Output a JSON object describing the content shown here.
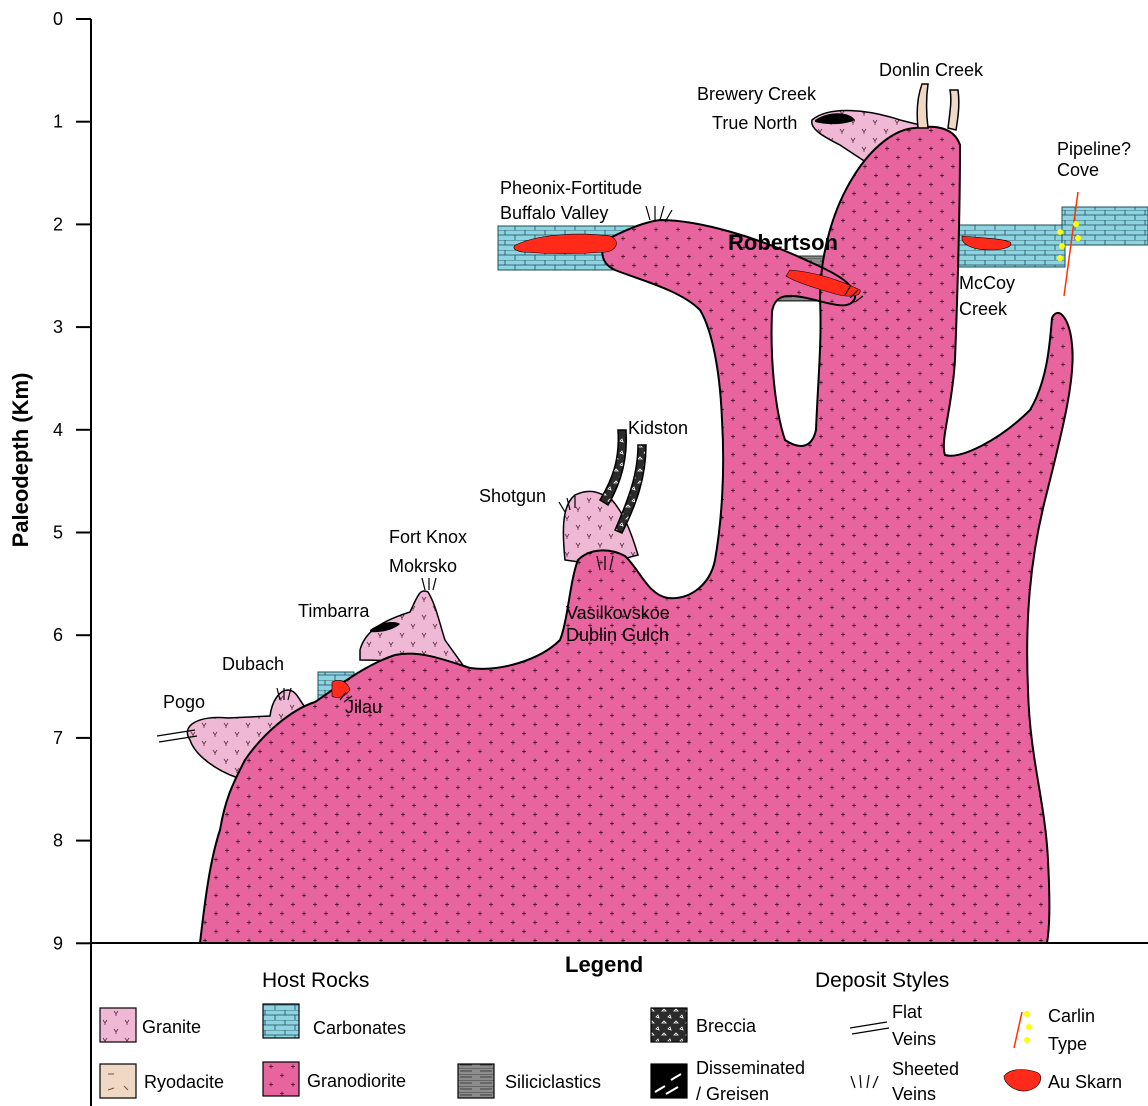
{
  "axis": {
    "label": "Paleodepth (Km)",
    "ticks": [
      "0",
      "1",
      "2",
      "3",
      "4",
      "5",
      "6",
      "7",
      "8",
      "9"
    ]
  },
  "deposits": {
    "donlin_creek": "Donlin Creek",
    "brewery_creek": "Brewery Creek",
    "true_north": "True North",
    "pipeline": "Pipeline?",
    "cove": "Cove",
    "pheonix": "Pheonix-Fortitude",
    "buffalo_valley": "Buffalo Valley",
    "robertson": "Robertson",
    "mccoy": "McCoy",
    "creek": "Creek",
    "kidston": "Kidston",
    "shotgun": "Shotgun",
    "fort_knox": "Fort Knox",
    "mokrsko": "Mokrsko",
    "timbarra": "Timbarra",
    "vasilkovskoe": "Vasilkovskoe",
    "dublin_gulch": "Dublin Gulch",
    "dubach": "Dubach",
    "pogo": "Pogo",
    "jilau": "Jilau"
  },
  "legend": {
    "title": "Legend",
    "host_rocks_title": "Host Rocks",
    "deposit_styles_title": "Deposit Styles",
    "granite": "Granite",
    "carbonates": "Carbonates",
    "ryodacite": "Ryodacite",
    "granodiorite": "Granodiorite",
    "siliciclastics": "Siliciclastics",
    "breccia": "Breccia",
    "disseminated_1": "Disseminated",
    "disseminated_2": "/ Greisen",
    "flat_1": "Flat",
    "flat_2": "Veins",
    "sheeted_1": "Sheeted",
    "sheeted_2": "Veins",
    "carlin_1": "Carlin",
    "carlin_2": "Type",
    "au_skarn": "Au Skarn"
  },
  "colors": {
    "granodiorite": "#e8649e",
    "granite": "#efb9d6",
    "carbonate": "#8dd3e0",
    "siliciclastic": "#8c8c8c",
    "skarn": "#ff2a1a",
    "carlin": "#ffff00",
    "ryodacite": "#f0d9c4",
    "breccia": "#2b2b2b"
  }
}
